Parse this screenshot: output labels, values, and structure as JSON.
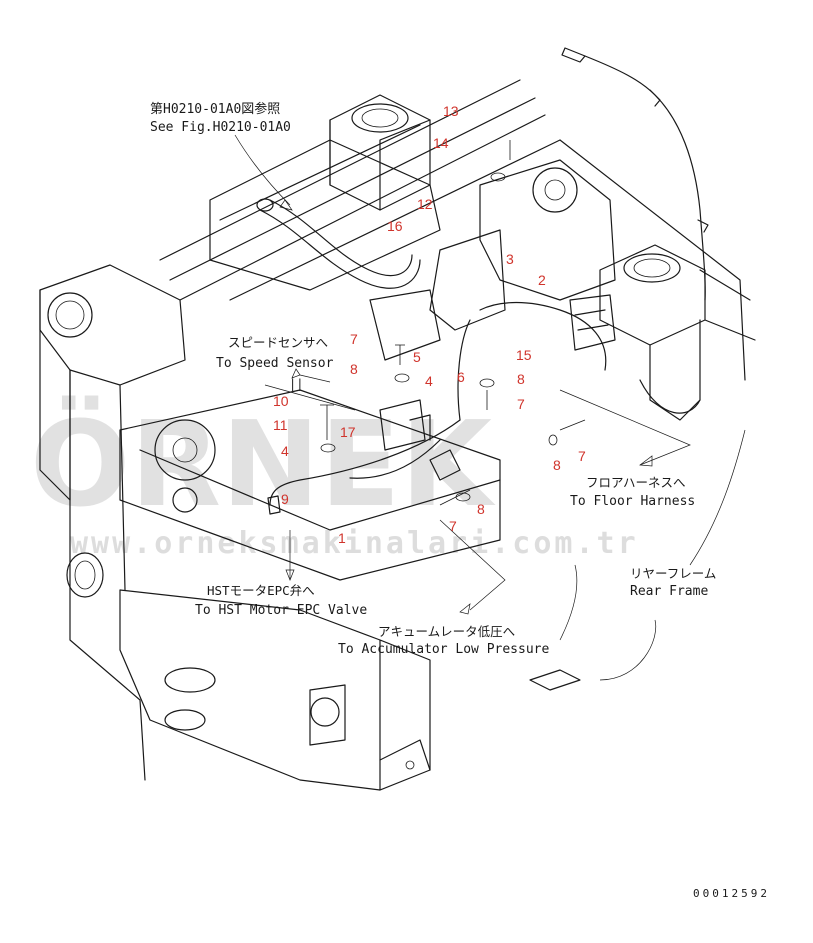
{
  "callouts": {
    "ref_fig_ja": "第H0210-01A0図参照",
    "ref_fig_en": "See Fig.H0210-01A0",
    "speed_sensor_ja": "スピードセンサへ",
    "speed_sensor_en": "To Speed Sensor",
    "floor_harness_ja": "フロアハーネスへ",
    "floor_harness_en": "To Floor Harness",
    "rear_frame_ja": "リヤーフレーム",
    "rear_frame_en": "Rear Frame",
    "hst_ja": "HSTモータEPC弁へ",
    "hst_en": "To HST Motor EPC Valve",
    "accum_ja": "アキュームレータ低圧へ",
    "accum_en": "To Accumulator Low Pressure",
    "equals_mark": "||"
  },
  "part_numbers": {
    "p1": "1",
    "p2": "2",
    "p3": "3",
    "p4a": "4",
    "p4b": "4",
    "p5": "5",
    "p6": "6",
    "p7a": "7",
    "p7b": "7",
    "p7c": "7",
    "p7d": "7",
    "p8a": "8",
    "p8b": "8",
    "p8c": "8",
    "p8d": "8",
    "p9": "9",
    "p10": "10",
    "p11": "11",
    "p12": "12",
    "p13": "13",
    "p14": "14",
    "p15": "15",
    "p16": "16",
    "p17": "17"
  },
  "watermark": {
    "brand": "ÖRNEK",
    "site": "www.orneksmakinalari.com.tr"
  },
  "footer": {
    "drawing_no": "00012592"
  },
  "colors": {
    "ink": "#1a1a1a",
    "part_number": "#d0342c",
    "watermark": "#c9c9c9"
  }
}
